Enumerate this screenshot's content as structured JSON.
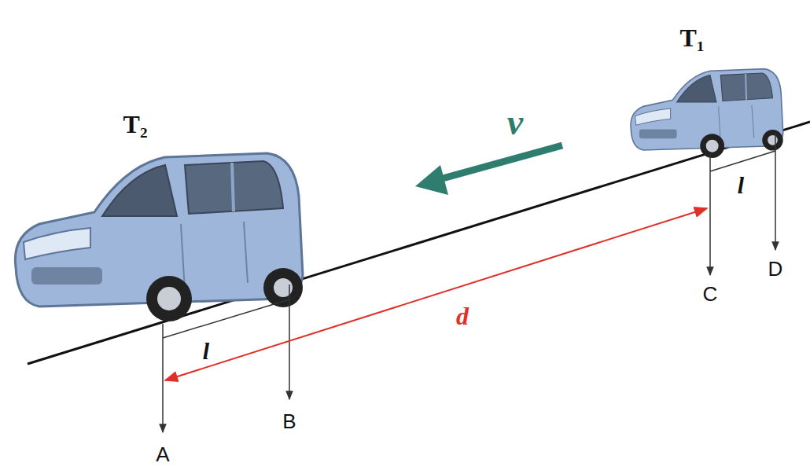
{
  "diagram": {
    "labels": [
      "T₂",
      "T₁",
      "v",
      "l",
      "l",
      "A",
      "B",
      "C",
      "D",
      "d"
    ]
  }
}
